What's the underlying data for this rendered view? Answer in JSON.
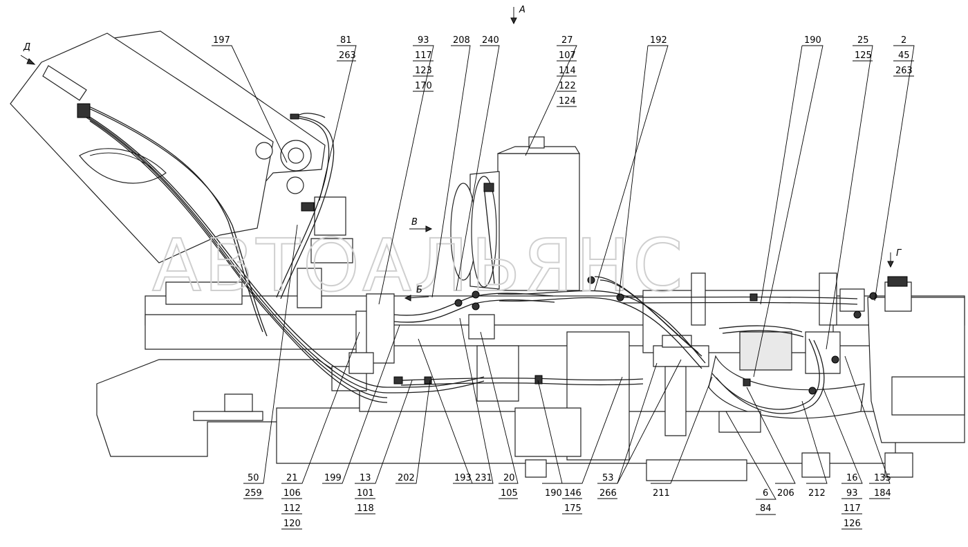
{
  "view_labels": {
    "a": "А",
    "b": "Б",
    "v": "В",
    "g": "Г",
    "d": "Д"
  },
  "watermark": "АВТОАЛЬЯНС",
  "callouts": {
    "top": [
      [
        "197"
      ],
      [
        "81",
        "263"
      ],
      [
        "93",
        "117",
        "123",
        "170"
      ],
      [
        "208"
      ],
      [
        "240"
      ],
      [
        "27",
        "107",
        "114",
        "122",
        "124"
      ],
      [
        "192"
      ],
      [
        "190"
      ],
      [
        "25",
        "125"
      ],
      [
        "2",
        "45",
        "263"
      ]
    ],
    "bottom": [
      [
        "50",
        "259"
      ],
      [
        "21",
        "106",
        "112",
        "120"
      ],
      [
        "199"
      ],
      [
        "13",
        "101",
        "118"
      ],
      [
        "202"
      ],
      [
        "193"
      ],
      [
        "231"
      ],
      [
        "20",
        "105"
      ],
      [
        "190"
      ],
      [
        "146",
        "175"
      ],
      [
        "53",
        "266"
      ],
      [
        "211"
      ],
      [
        "6",
        "84"
      ],
      [
        "206"
      ],
      [
        "212"
      ],
      [
        "16",
        "93",
        "117",
        "126"
      ],
      [
        "135",
        "184"
      ]
    ]
  }
}
